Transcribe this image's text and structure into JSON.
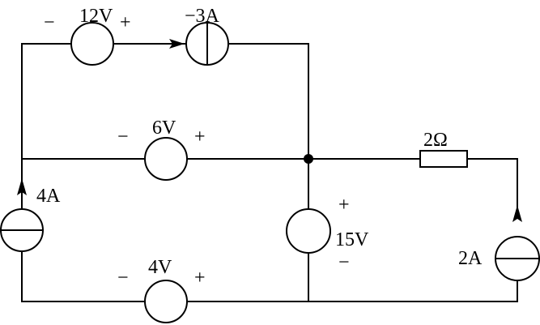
{
  "diagram": {
    "type": "circuit",
    "sources": {
      "top_voltage": {
        "value": "12V",
        "minus": "−",
        "plus": "+"
      },
      "top_current": {
        "value": "−3A"
      },
      "mid_voltage": {
        "value": "6V",
        "minus": "−",
        "plus": "+"
      },
      "left_current": {
        "value": "4A"
      },
      "center_voltage": {
        "value": "15V",
        "plus": "+",
        "minus": "−"
      },
      "bottom_voltage": {
        "value": "4V",
        "minus": "−",
        "plus": "+"
      },
      "right_current": {
        "value": "2A"
      }
    },
    "resistor": {
      "value": "2Ω"
    }
  },
  "colors": {
    "stroke": "#000000",
    "background": "#ffffff"
  }
}
